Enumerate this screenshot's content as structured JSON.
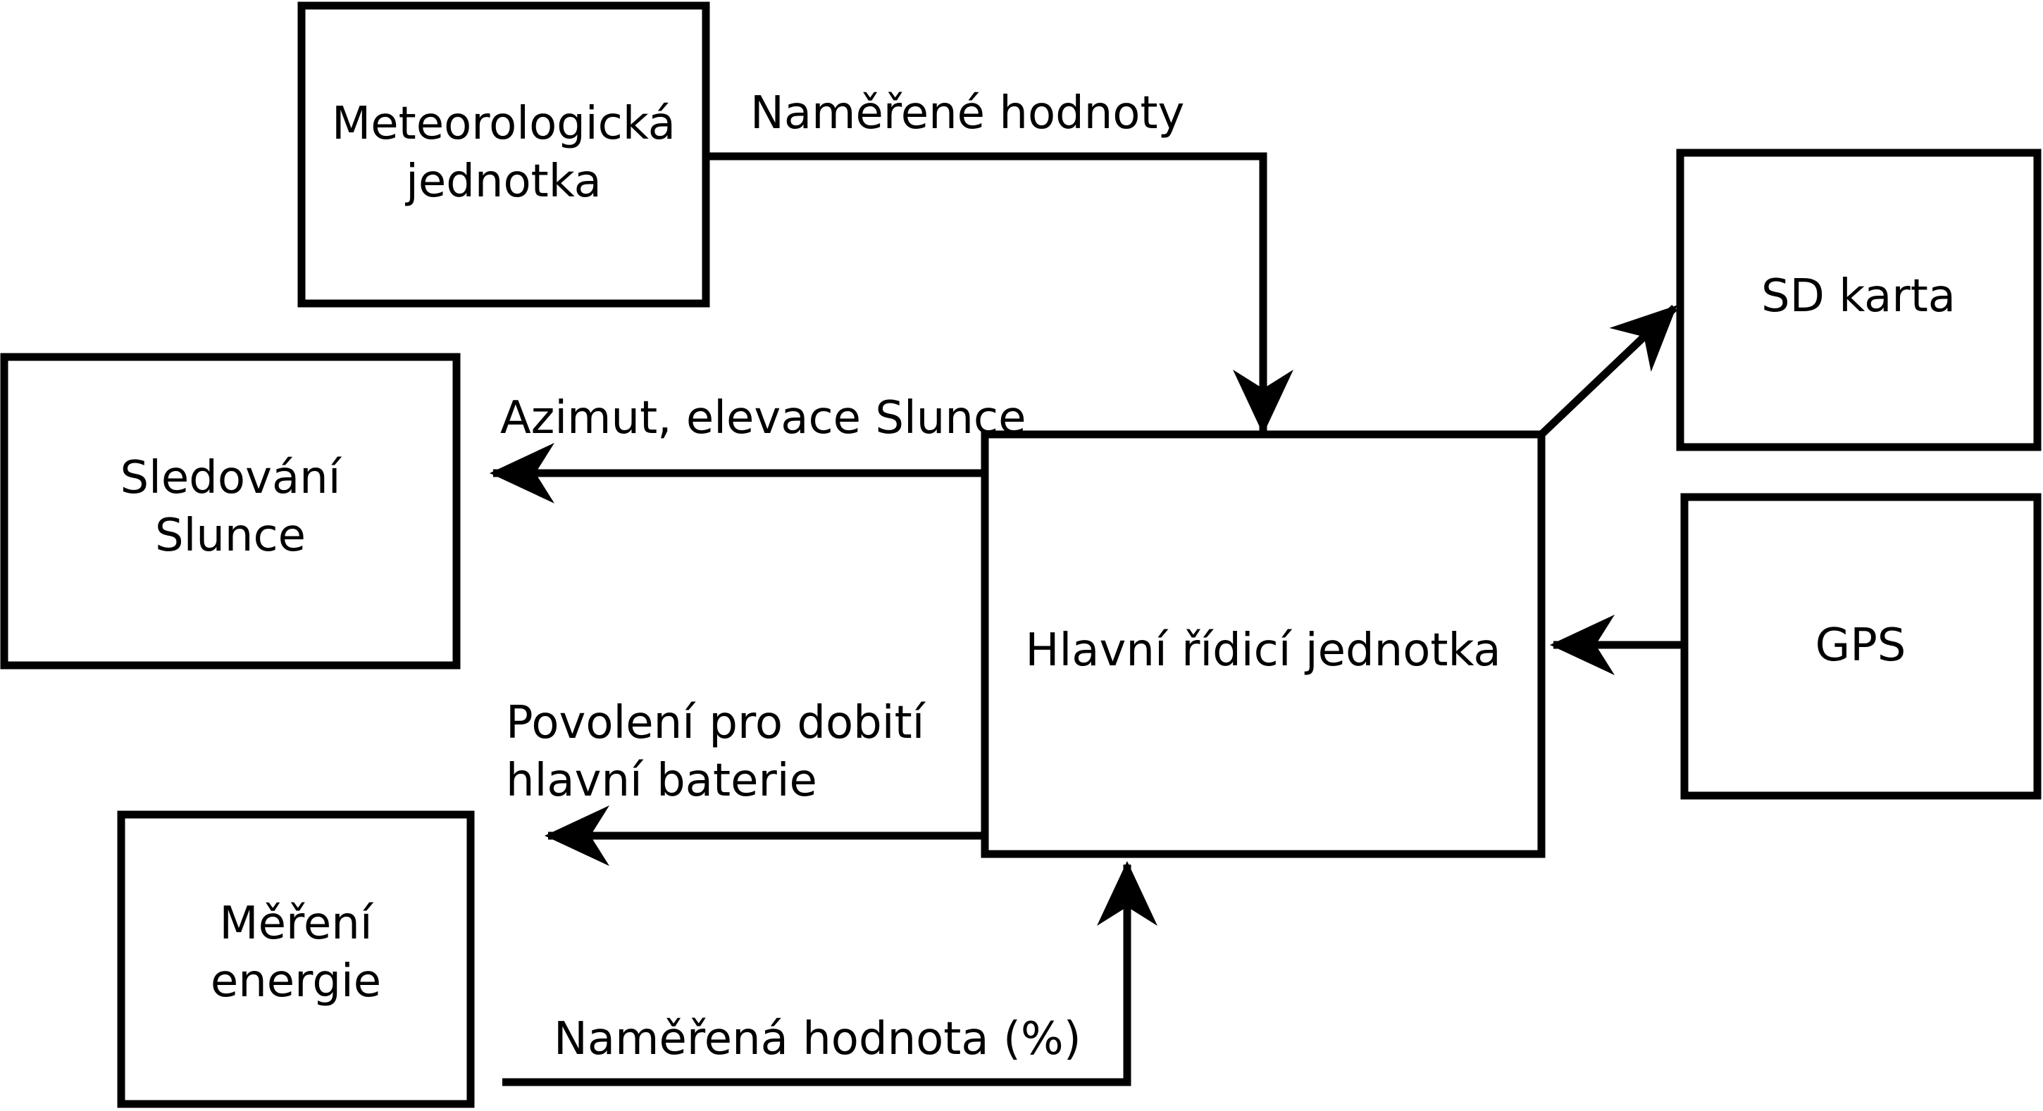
{
  "diagram": {
    "colors": {
      "stroke": "#000000",
      "background": "#ffffff",
      "text": "#000000"
    },
    "nodes": {
      "meteo": {
        "line1": "Meteorologická",
        "line2": "jednotka"
      },
      "sledovani": {
        "line1": "Sledování",
        "line2": "Slunce"
      },
      "mereni": {
        "line1": "Měření",
        "line2": "energie"
      },
      "hlavni": {
        "label": "Hlavní řídicí jednotka"
      },
      "sd_karta": {
        "label": "SD karta"
      },
      "gps": {
        "label": "GPS"
      }
    },
    "edge_labels": {
      "namerene_hodnoty": "Naměřené hodnoty",
      "azimut_elevace": "Azimut, elevace Slunce",
      "povoleni_line1": "Povolení pro dobití",
      "povoleni_line2": "hlavní baterie",
      "namerena_hodnota": "Naměřená hodnota (%)"
    }
  }
}
